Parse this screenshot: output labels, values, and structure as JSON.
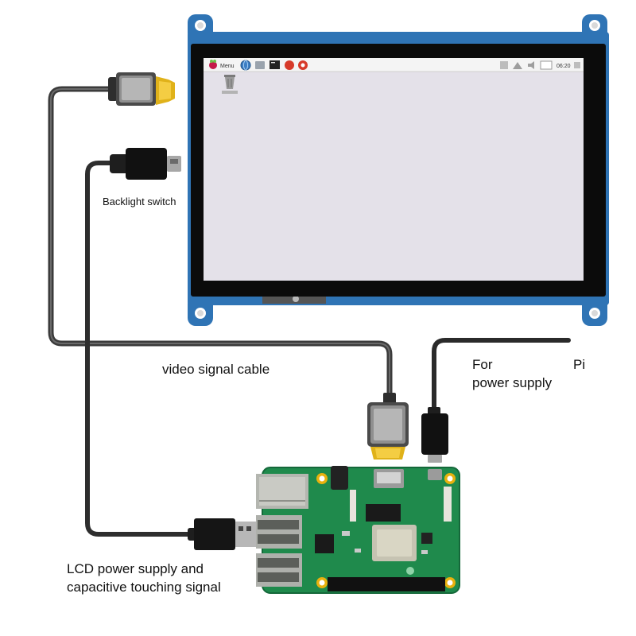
{
  "labels": {
    "backlight_switch": "Backlight switch",
    "video_signal_cable": "video signal cable",
    "for": "For",
    "pi": "Pi",
    "power_supply": "power supply",
    "lcd_power_line1": "LCD power supply and",
    "lcd_power_line2": "capacitive touching signal"
  },
  "screen": {
    "taskbar_menu": "Menu",
    "taskbar_time": "06:20"
  },
  "colors": {
    "cable": "#3b3b3b",
    "cable_highlight": "#6a6a6a",
    "pcb_blue": "#2f74b5",
    "bezel": "#0b0b0b",
    "display_area": "#e4e1e9",
    "board_green": "#1f8a4c",
    "gold": "#e8b10e"
  },
  "icons": [
    "raspberry-icon",
    "globe-icon",
    "terminal-icon",
    "trash-icon",
    "wifi-icon",
    "bluetooth-icon"
  ]
}
